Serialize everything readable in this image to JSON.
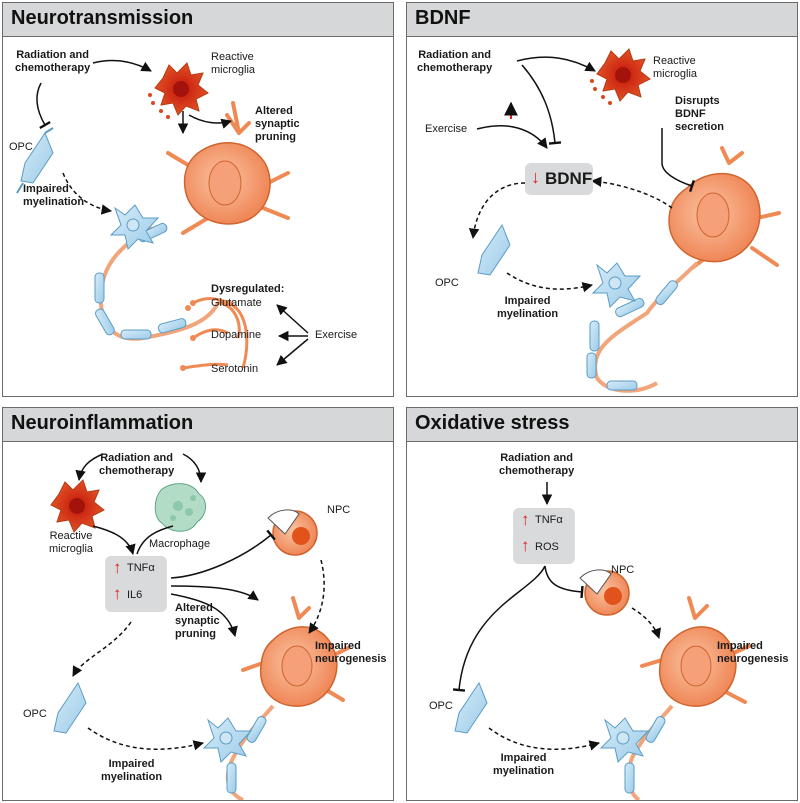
{
  "panels": {
    "neurotransmission": {
      "title": "Neurotransmission",
      "radiation": [
        "Radiation and",
        "chemotherapy"
      ],
      "microglia": [
        "Reactive",
        "microglia"
      ],
      "pruning": [
        "Altered",
        "synaptic",
        "pruning"
      ],
      "opc": "OPC",
      "myelination": [
        "Impaired",
        "myelination"
      ],
      "dysregulated": "Dysregulated:",
      "glutamate": "Glutamate",
      "dopamine": "Dopamine",
      "serotonin": "Serotonin",
      "exercise": "Exercise"
    },
    "bdnf": {
      "title": "BDNF",
      "radiation": [
        "Radiation and",
        "chemotherapy"
      ],
      "microglia": [
        "Reactive",
        "microglia"
      ],
      "disrupts": [
        "Disrupts",
        "BDNF",
        "secretion"
      ],
      "exercise": "Exercise",
      "bdnf": "BDNF",
      "opc": "OPC",
      "myelination": [
        "Impaired",
        "myelination"
      ]
    },
    "neuroinflammation": {
      "title": "Neuroinflammation",
      "radiation": [
        "Radiation and",
        "chemotherapy"
      ],
      "microglia": [
        "Reactive",
        "microglia"
      ],
      "macrophage": "Macrophage",
      "tnf": "TNFα",
      "il6": "IL6",
      "npc": "NPC",
      "pruning": [
        "Altered",
        "synaptic",
        "pruning"
      ],
      "neurogenesis": [
        "Impaired",
        "neurogenesis"
      ],
      "opc": "OPC",
      "myelination": [
        "Impaired",
        "myelination"
      ]
    },
    "oxidative": {
      "title": "Oxidative stress",
      "radiation": [
        "Radiation and",
        "chemotherapy"
      ],
      "tnf": "TNFα",
      "ros": "ROS",
      "npc": "NPC",
      "neurogenesis": [
        "Impaired",
        "neurogenesis"
      ],
      "opc": "OPC",
      "myelination": [
        "Impaired",
        "myelination"
      ]
    }
  },
  "colors": {
    "neuron": "#f08a55",
    "microglia": "#d9471e",
    "opc": "#a9d3ec",
    "macrophage": "#b3dcc7",
    "up_arrow": "#e02020",
    "factor_box": "#d9dadc",
    "header": "#d6d7d9"
  },
  "icons": [
    "neuron-icon",
    "microglia-icon",
    "opc-icon",
    "macrophage-icon",
    "npc-icon",
    "up-arrow-icon",
    "down-arrow-icon"
  ]
}
